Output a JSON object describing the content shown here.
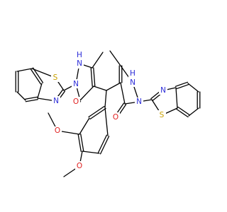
{
  "molecule": {
    "colors": {
      "bond": "#000000",
      "carbon": "#000000",
      "nitrogen": "#2b2bd8",
      "oxygen": "#e02020",
      "sulfur": "#c8a000"
    },
    "labels": {
      "s_left": "S",
      "n_thiazole_left": "N",
      "n1_left": "N",
      "nh_left": "N",
      "h_left": "H",
      "o_left": "O",
      "s_right": "S",
      "n_thiazole_right": "N",
      "n1_right": "N",
      "nh_right": "N",
      "h_right": "H",
      "o_right": "O",
      "o_methoxy_upper": "O",
      "o_methoxy_lower": "O"
    }
  }
}
